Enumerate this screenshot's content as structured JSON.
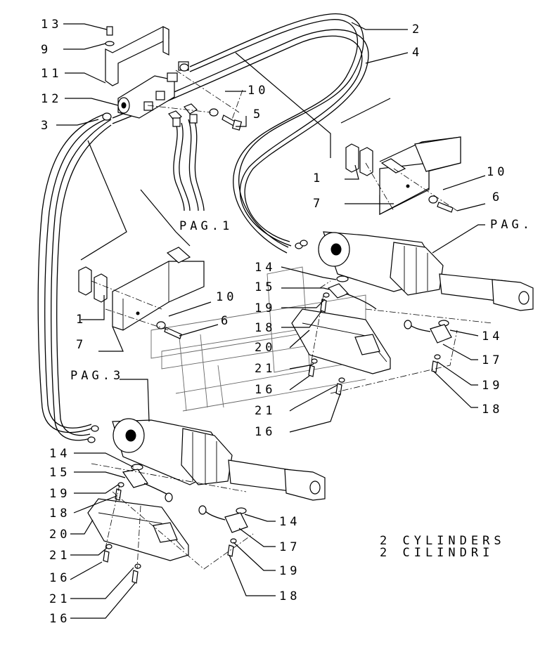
{
  "labels": {
    "l13": "13",
    "l9a": "9",
    "l11": "11",
    "l12": "12",
    "l3a": "3",
    "l2": "2",
    "l4": "4",
    "l10a": "10",
    "l5a": "5",
    "pagA": "PAG.1",
    "l1a": "1",
    "l7a": "7",
    "l10b": "10",
    "l6a": "6",
    "pagB": "PAG.",
    "l14a": "14",
    "l15a": "15",
    "l19a": "19",
    "l18a": "18",
    "l1b": "1",
    "l7b": "7",
    "l10c": "10",
    "l6b": "6",
    "l20a": "20",
    "l21a": "21",
    "l16a": "16",
    "l21b": "21",
    "l16b": "16",
    "l14b": "14",
    "l17a": "17",
    "l19b": "19",
    "l18b": "18",
    "pagC": "PAG.3",
    "l14c": "14",
    "l15b": "15",
    "l19c": "19",
    "l18c": "18",
    "l20b": "20",
    "l21c": "21",
    "l16c": "16",
    "l21d": "21",
    "l16d": "16",
    "l14d": "14",
    "l17b": "17",
    "l19d": "19",
    "l18d": "18"
  },
  "note": {
    "line1": "2 CYLINDERS",
    "line2": "2 CILINDRI"
  }
}
